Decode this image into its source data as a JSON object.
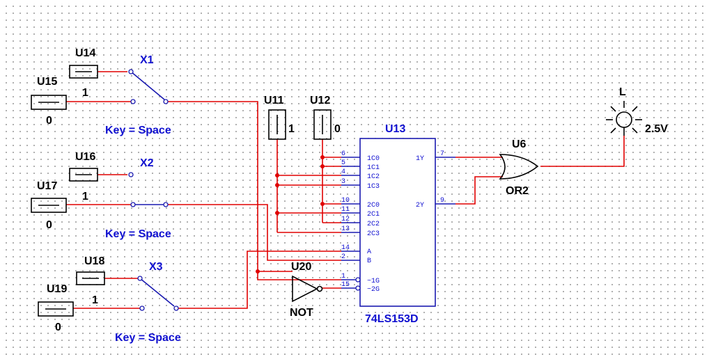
{
  "components": {
    "u14": {
      "ref": "U14",
      "value": "1"
    },
    "u15": {
      "ref": "U15",
      "value": "0"
    },
    "u16": {
      "ref": "U16",
      "value": "1"
    },
    "u17": {
      "ref": "U17",
      "value": "0"
    },
    "u18": {
      "ref": "U18",
      "value": "1"
    },
    "u19": {
      "ref": "U19",
      "value": "0"
    },
    "u11": {
      "ref": "U11",
      "value": "1"
    },
    "u12": {
      "ref": "U12",
      "value": "0"
    },
    "x1": {
      "ref": "X1",
      "key": "Key = Space"
    },
    "x2": {
      "ref": "X2",
      "key": "Key = Space"
    },
    "x3": {
      "ref": "X3",
      "key": "Key = Space"
    },
    "u13": {
      "ref": "U13",
      "part": "74LS153D"
    },
    "u6": {
      "ref": "U6",
      "part": "OR2"
    },
    "u20": {
      "ref": "U20",
      "part": "NOT"
    },
    "lamp": {
      "ref": "L",
      "value": "2.5V"
    }
  },
  "mux_pins": {
    "p6": {
      "num": "6",
      "name": "1C0"
    },
    "p5": {
      "num": "5",
      "name": "1C1"
    },
    "p4": {
      "num": "4",
      "name": "1C2"
    },
    "p3": {
      "num": "3",
      "name": "1C3"
    },
    "p10": {
      "num": "10",
      "name": "2C0"
    },
    "p11": {
      "num": "11",
      "name": "2C1"
    },
    "p12": {
      "num": "12",
      "name": "2C2"
    },
    "p13": {
      "num": "13",
      "name": "2C3"
    },
    "p14": {
      "num": "14",
      "name": "A"
    },
    "p2": {
      "num": "2",
      "name": "B"
    },
    "p1": {
      "num": "1",
      "name": "~1G"
    },
    "p15": {
      "num": "15",
      "name": "~2G"
    },
    "p7": {
      "num": "7",
      "name": "1Y"
    },
    "p9": {
      "num": "9",
      "name": "2Y"
    }
  },
  "colors": {
    "wire_red": "#e00000",
    "wire_blue": "#1a1ab0",
    "label_blue": "#1010d0"
  }
}
